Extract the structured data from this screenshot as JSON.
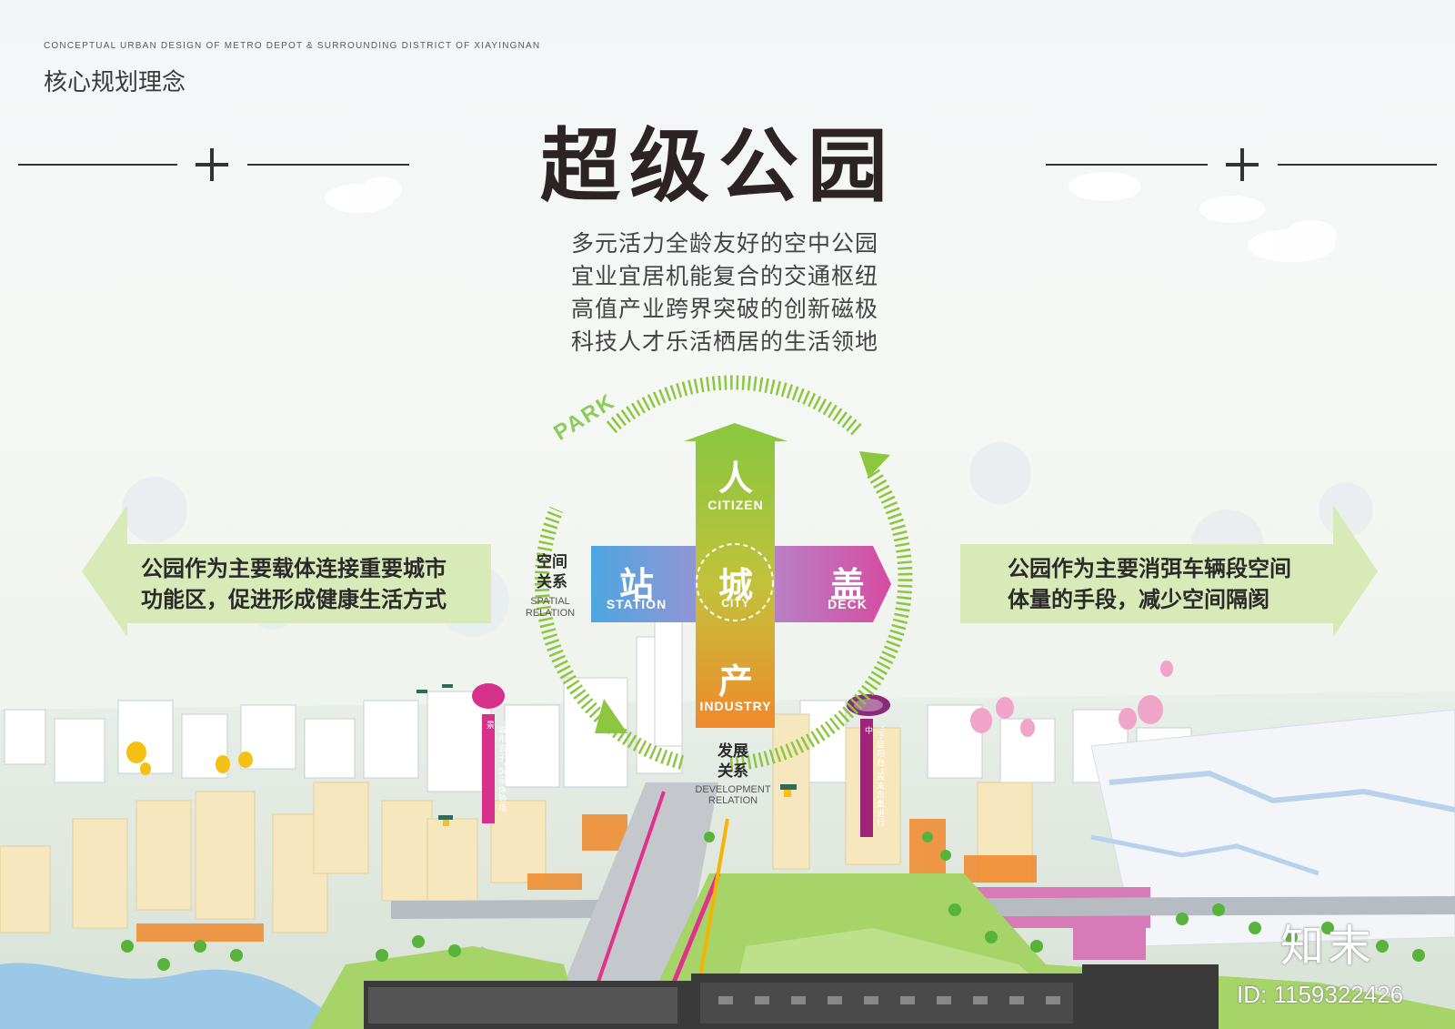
{
  "header": {
    "subtitle_en": "CONCEPTUAL URBAN DESIGN OF METRO DEPOT & SURROUNDING DISTRICT OF XIAYINGNAN",
    "section_title": "核心规划理念",
    "main_title": "超级公园"
  },
  "slogans": [
    "多元活力全龄友好的空中公园",
    "宜业宜居机能复合的交通枢纽",
    "高值产业跨界突破的创新磁极",
    "科技人才乐活栖居的生活领地"
  ],
  "diagram": {
    "park_label": "PARK",
    "top": {
      "cn": "人",
      "en": "CITIZEN"
    },
    "left": {
      "cn": "站",
      "en": "STATION"
    },
    "center": {
      "cn": "城",
      "en": "CITY"
    },
    "right": {
      "cn": "盖",
      "en": "DECK"
    },
    "bottom": {
      "cn": "产",
      "en": "INDUSTRY"
    },
    "spatial_relation": {
      "cn_line1": "空间",
      "cn_line2": "关系",
      "en_line1": "SPATIAL",
      "en_line2": "RELATION"
    },
    "development_relation": {
      "cn_line1": "发展",
      "cn_line2": "关系",
      "en": "DEVELOPMENT RELATION"
    }
  },
  "banners": {
    "left": {
      "line1": "公园作为主要载体连接重要城市",
      "line2": "功能区，促进形成健康生活方式"
    },
    "right": {
      "line1": "公园作为主要消弭车辆段空间",
      "line2": "体量的手段，减少空间隔阂"
    }
  },
  "signs": {
    "left": "“城市盒子”沉浸体验场景",
    "right": "“下层阳台”周末市集进行中"
  },
  "watermark": {
    "logo": "知末",
    "id": "ID: 1159322426"
  },
  "colors": {
    "green": "#8dc63f",
    "blue": "#4da6e0",
    "magenta": "#d64ba0",
    "orange": "#f0892c",
    "title": "#2c2424"
  }
}
